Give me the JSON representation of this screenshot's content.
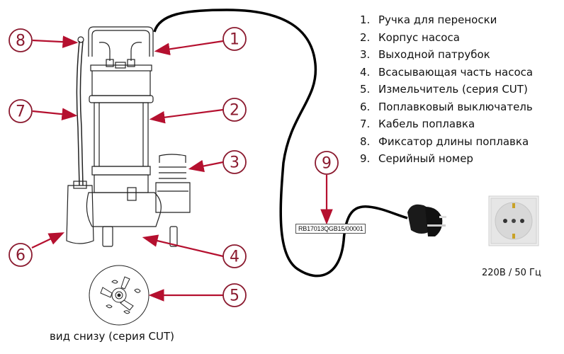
{
  "legend": {
    "items": [
      {
        "num": "1.",
        "label": "Ручка для переноски"
      },
      {
        "num": "2.",
        "label": "Корпус насоса"
      },
      {
        "num": "3.",
        "label": "Выходной патрубок"
      },
      {
        "num": "4.",
        "label": "Всасывающая часть насоса"
      },
      {
        "num": "5.",
        "label": "Измельчитель (серия CUT)"
      },
      {
        "num": "6.",
        "label": "Поплавковый выключатель"
      },
      {
        "num": "7.",
        "label": "Кабель поплавка"
      },
      {
        "num": "8.",
        "label": "Фиксатор длины поплавка"
      },
      {
        "num": "9.",
        "label": "Серийный номер"
      }
    ]
  },
  "callouts": [
    "1",
    "2",
    "3",
    "4",
    "5",
    "6",
    "7",
    "8",
    "9"
  ],
  "serial_number": "RB17013QGB15/00001",
  "voltage_label": "220В / 50 Гц",
  "bottom_view_caption": "вид снизу (серия CUT)",
  "colors": {
    "accent": "#b5102f",
    "callout_ring": "#8b1a2f",
    "cable": "#000000"
  }
}
